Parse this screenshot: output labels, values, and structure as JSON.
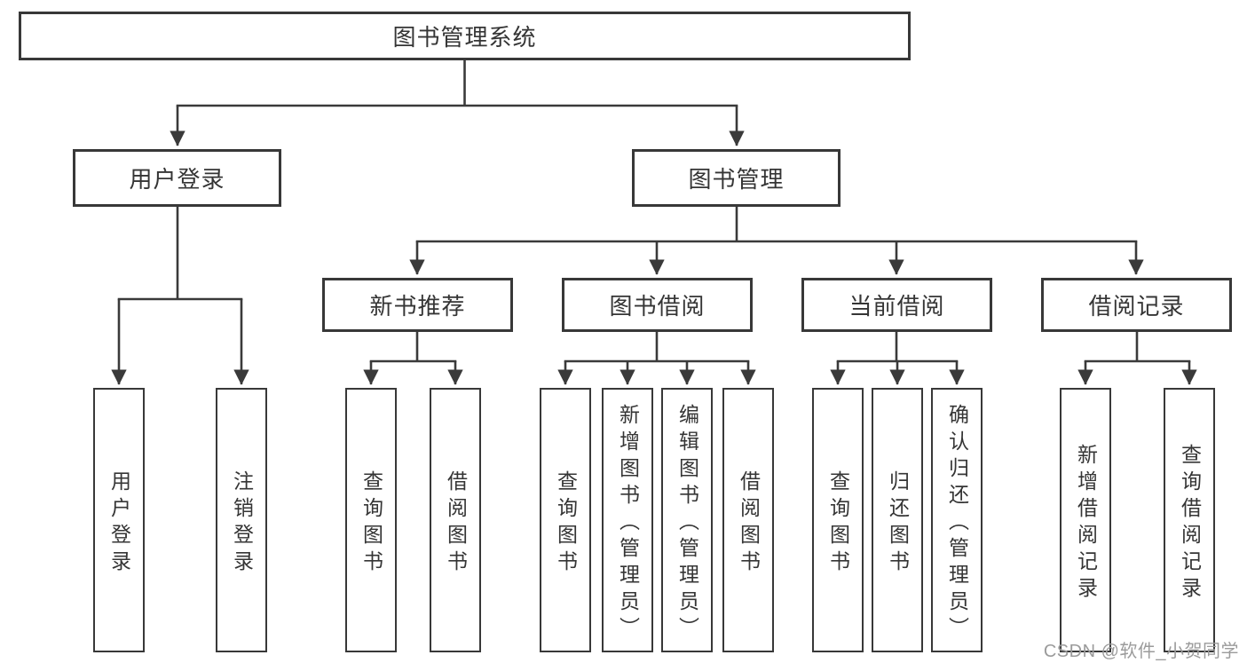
{
  "diagram_title": "图书管理系统",
  "colors": {
    "background": "#ffffff",
    "line": "#3a3a3a",
    "box_border": "#383838",
    "text": "#353535",
    "watermark": "#9b9b9b"
  },
  "nodes": {
    "root": "图书管理系统",
    "user_login": "用户登录",
    "book_mgmt": "图书管理",
    "new_book_rec": "新书推荐",
    "book_borrow": "图书借阅",
    "current_borrow": "当前借阅",
    "borrow_records": "借阅记录",
    "leaf_user_login": "用户登录",
    "leaf_logout": "注销登录",
    "leaf_rec_query_book": "查询图书",
    "leaf_rec_borrow_book": "借阅图书",
    "leaf_bb_query_book": "查询图书",
    "leaf_bb_add_book": "新增图书（管理员）",
    "leaf_bb_edit_book": "编辑图书（管理员）",
    "leaf_bb_borrow_book": "借阅图书",
    "leaf_cb_query_book": "查询图书",
    "leaf_cb_return_book": "归还图书",
    "leaf_cb_confirm_return": "确认归还（管理员）",
    "leaf_br_add_record": "新增借阅记录",
    "leaf_br_query_record": "查询借阅记录"
  },
  "hierarchy": {
    "图书管理系统": [
      "用户登录",
      "图书管理"
    ],
    "用户登录": [
      "用户登录",
      "注销登录"
    ],
    "图书管理": [
      "新书推荐",
      "图书借阅",
      "当前借阅",
      "借阅记录"
    ],
    "新书推荐": [
      "查询图书",
      "借阅图书"
    ],
    "图书借阅": [
      "查询图书",
      "新增图书（管理员）",
      "编辑图书（管理员）",
      "借阅图书"
    ],
    "当前借阅": [
      "查询图书",
      "归还图书",
      "确认归还（管理员）"
    ],
    "借阅记录": [
      "新增借阅记录",
      "查询借阅记录"
    ]
  },
  "watermark": "CSDN @软件_小贺同学"
}
